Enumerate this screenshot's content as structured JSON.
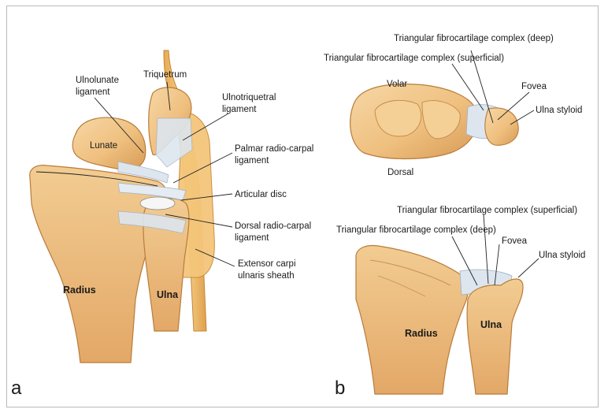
{
  "panel_a": {
    "panel_label": "a",
    "labels": {
      "ulnolunate_1": "Ulnolunate",
      "ulnolunate_2": "ligament",
      "triquetrum": "Triquetrum",
      "ulnotriquetral_1": "Ulnotriquetral",
      "ulnotriquetral_2": "ligament",
      "lunate": "Lunate",
      "palmar_1": "Palmar radio-carpal",
      "palmar_2": "ligament",
      "articular_disc": "Articular disc",
      "dorsal_1": "Dorsal radio-carpal",
      "dorsal_2": "ligament",
      "ecu_1": "Extensor carpi",
      "ecu_2": "ulnaris sheath",
      "radius": "Radius",
      "ulna": "Ulna"
    }
  },
  "panel_b": {
    "panel_label": "b",
    "top_labels": {
      "tfcc_deep": "Triangular fibrocartilage complex (deep)",
      "tfcc_superficial": "Triangular fibrocartilage complex (superficial)",
      "volar": "Volar",
      "fovea": "Fovea",
      "ulna_styloid": "Ulna styloid",
      "dorsal": "Dorsal"
    },
    "bottom_labels": {
      "tfcc_superficial": "Triangular fibrocartilage complex (superficial)",
      "tfcc_deep": "Triangular fibrocartilage complex (deep)",
      "fovea": "Fovea",
      "ulna_styloid": "Ulna styloid",
      "radius": "Radius",
      "ulna": "Ulna"
    }
  },
  "colors": {
    "bone": "#efc07f",
    "bone_dark": "#c98a45",
    "bone_light": "#f6d7a6",
    "ligament": "#dde6ef",
    "disc": "#f3f3f3",
    "sheath": "#f2c06a"
  }
}
